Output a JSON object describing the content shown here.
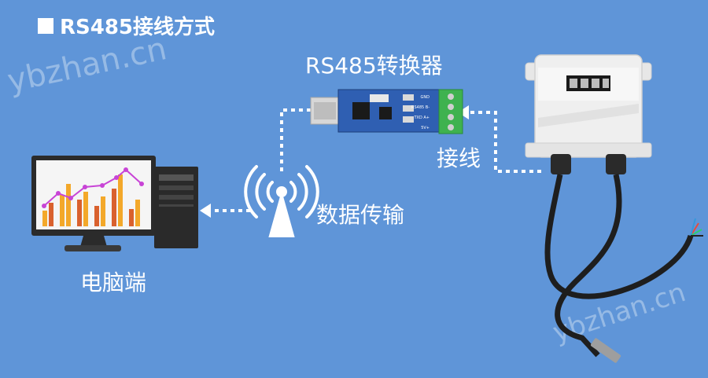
{
  "title": "RS485接线方式",
  "labels": {
    "converter": "RS485转换器",
    "wiring": "接线",
    "transmission": "数据传输",
    "computer": "电脑端"
  },
  "terminal_labels": [
    "GND",
    "RS485 B-",
    "TXD A+",
    "5V+"
  ],
  "watermark": [
    "ybzhan.cn",
    "ybzhan.cn"
  ],
  "colors": {
    "background": "#5f95d8",
    "connector_line": "#ffffff",
    "terminal_block": "#3fb24f",
    "pcb": "#2f5fb2",
    "chart_bar_orange": "#f3a82a",
    "chart_bar_rust": "#d9612e",
    "chart_line": "#c844d6"
  },
  "icons": {
    "computer": "desktop-computer-icon",
    "antenna": "antenna-tower-icon",
    "converter": "usb-rs485-converter-icon",
    "sensor": "transmitter-box-icon"
  }
}
